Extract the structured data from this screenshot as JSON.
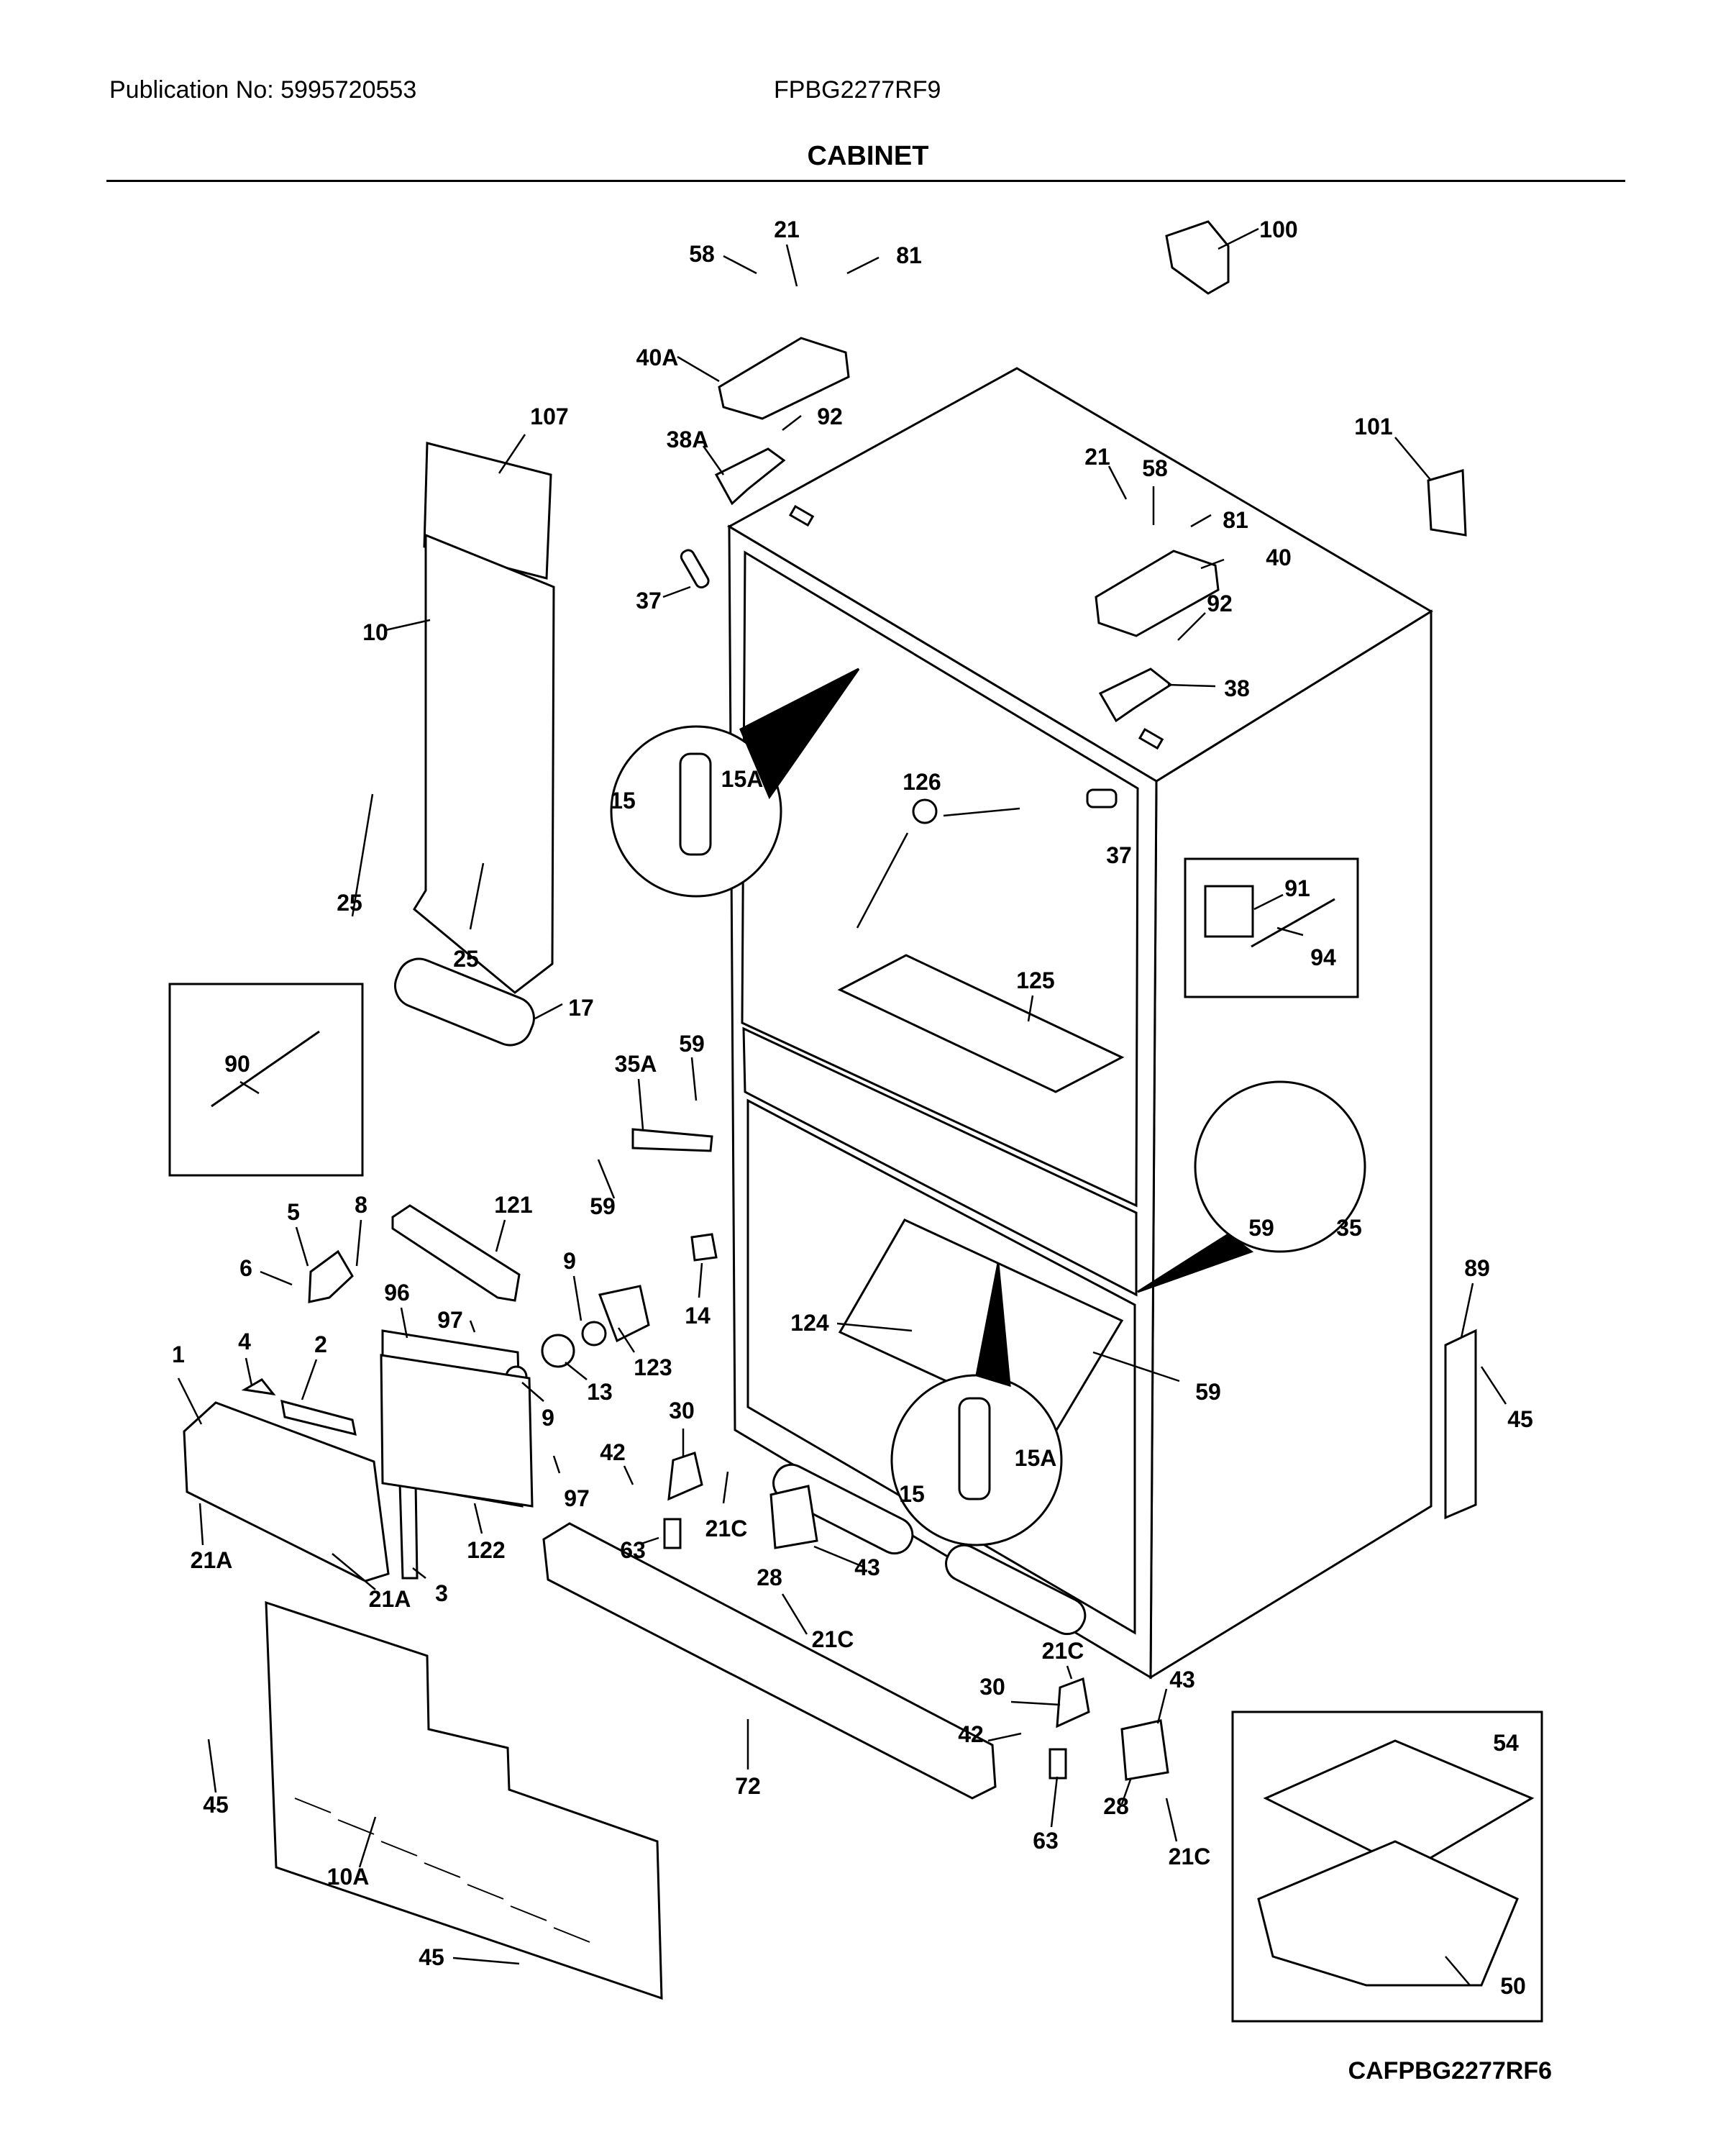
{
  "header": {
    "publication": "Publication No: 5995720553",
    "model": "FPBG2277RF9",
    "section_title": "CABINET"
  },
  "footer": {
    "drawing_code": "CAFPBG2277RF6"
  },
  "callouts": [
    {
      "id": "c58a",
      "label": "58"
    },
    {
      "id": "c21a",
      "label": "21"
    },
    {
      "id": "c81a",
      "label": "81"
    },
    {
      "id": "c100",
      "label": "100"
    },
    {
      "id": "c40a",
      "label": "40A"
    },
    {
      "id": "c92a",
      "label": "92"
    },
    {
      "id": "c107",
      "label": "107"
    },
    {
      "id": "c38a",
      "label": "38A"
    },
    {
      "id": "c101",
      "label": "101"
    },
    {
      "id": "c21b",
      "label": "21"
    },
    {
      "id": "c58b",
      "label": "58"
    },
    {
      "id": "c81b",
      "label": "81"
    },
    {
      "id": "c40",
      "label": "40"
    },
    {
      "id": "c37a",
      "label": "37"
    },
    {
      "id": "c92b",
      "label": "92"
    },
    {
      "id": "c10",
      "label": "10"
    },
    {
      "id": "c38",
      "label": "38"
    },
    {
      "id": "c15a",
      "label": "15"
    },
    {
      "id": "c15Aa",
      "label": "15A"
    },
    {
      "id": "c126",
      "label": "126"
    },
    {
      "id": "c37b",
      "label": "37"
    },
    {
      "id": "c91",
      "label": "91"
    },
    {
      "id": "c94",
      "label": "94"
    },
    {
      "id": "c25a",
      "label": "25"
    },
    {
      "id": "c25b",
      "label": "25"
    },
    {
      "id": "c17",
      "label": "17"
    },
    {
      "id": "c125",
      "label": "125"
    },
    {
      "id": "c90",
      "label": "90"
    },
    {
      "id": "c59a",
      "label": "59"
    },
    {
      "id": "c35A",
      "label": "35A"
    },
    {
      "id": "c59b",
      "label": "59"
    },
    {
      "id": "c59c",
      "label": "59"
    },
    {
      "id": "c35",
      "label": "35"
    },
    {
      "id": "c5",
      "label": "5"
    },
    {
      "id": "c8",
      "label": "8"
    },
    {
      "id": "c121",
      "label": "121"
    },
    {
      "id": "c89",
      "label": "89"
    },
    {
      "id": "c6",
      "label": "6"
    },
    {
      "id": "c96",
      "label": "96"
    },
    {
      "id": "c9a",
      "label": "9"
    },
    {
      "id": "c14",
      "label": "14"
    },
    {
      "id": "c97a",
      "label": "97"
    },
    {
      "id": "c124",
      "label": "124"
    },
    {
      "id": "c59d",
      "label": "59"
    },
    {
      "id": "c123",
      "label": "123"
    },
    {
      "id": "c13",
      "label": "13"
    },
    {
      "id": "c1",
      "label": "1"
    },
    {
      "id": "c4",
      "label": "4"
    },
    {
      "id": "c2",
      "label": "2"
    },
    {
      "id": "c9b",
      "label": "9"
    },
    {
      "id": "c30a",
      "label": "30"
    },
    {
      "id": "c45a",
      "label": "45"
    },
    {
      "id": "c42a",
      "label": "42"
    },
    {
      "id": "c97b",
      "label": "97"
    },
    {
      "id": "c15b",
      "label": "15"
    },
    {
      "id": "c15Ab",
      "label": "15A"
    },
    {
      "id": "c21Ca",
      "label": "21C"
    },
    {
      "id": "c21Aa",
      "label": "21A"
    },
    {
      "id": "c122",
      "label": "122"
    },
    {
      "id": "c63a",
      "label": "63"
    },
    {
      "id": "c28a",
      "label": "28"
    },
    {
      "id": "c43a",
      "label": "43"
    },
    {
      "id": "c3",
      "label": "3"
    },
    {
      "id": "c21Ab",
      "label": "21A"
    },
    {
      "id": "c21Cb",
      "label": "21C"
    },
    {
      "id": "c21Cc",
      "label": "21C"
    },
    {
      "id": "c43b",
      "label": "43"
    },
    {
      "id": "c30b",
      "label": "30"
    },
    {
      "id": "c54",
      "label": "54"
    },
    {
      "id": "c42b",
      "label": "42"
    },
    {
      "id": "c72",
      "label": "72"
    },
    {
      "id": "c45b",
      "label": "45"
    },
    {
      "id": "c28b",
      "label": "28"
    },
    {
      "id": "c63b",
      "label": "63"
    },
    {
      "id": "c21Cd",
      "label": "21C"
    },
    {
      "id": "c10A",
      "label": "10A"
    },
    {
      "id": "c50",
      "label": "50"
    },
    {
      "id": "c45c",
      "label": "45"
    }
  ]
}
